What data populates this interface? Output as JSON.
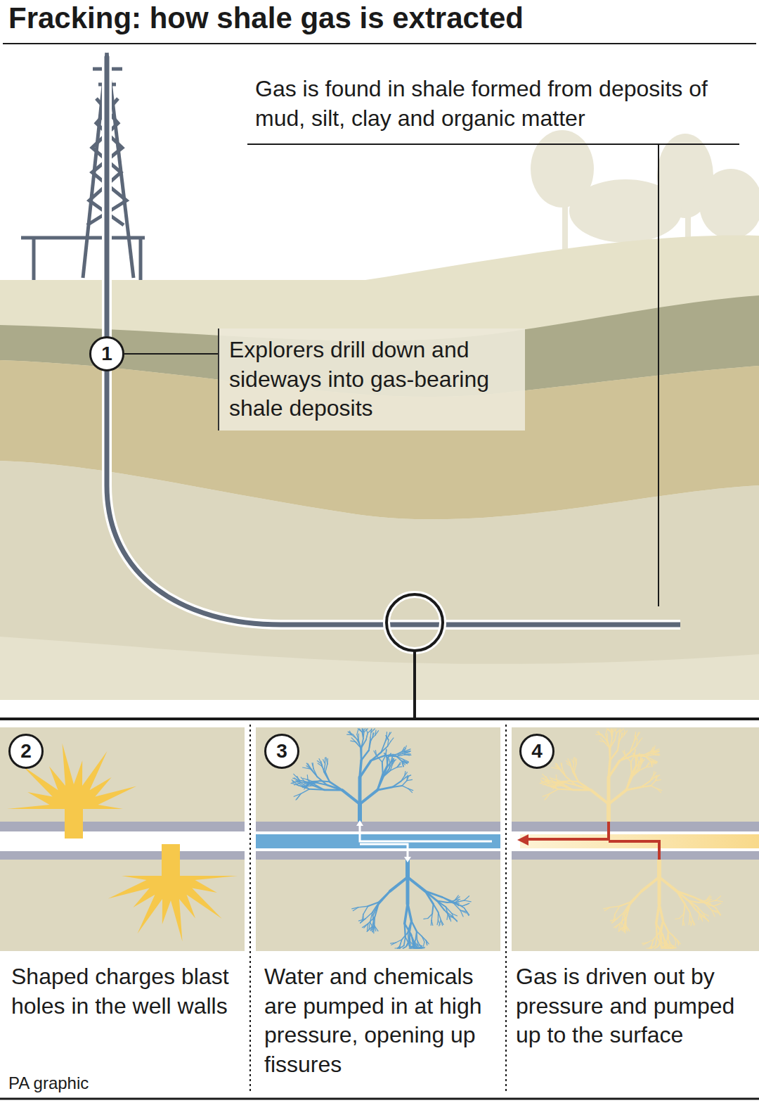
{
  "diagram": {
    "title": "Fracking: how shale gas is extracted",
    "nodes": [
      {
        "text": [
          "1"
        ]
      },
      {
        "text": [
          "Explorers drill down and sideways into gas-bearing shale deposits"
        ]
      },
      {
        "text": [
          "2"
        ]
      },
      {
        "text": [
          "3"
        ]
      },
      {
        "text": [
          "4"
        ]
      }
    ],
    "edges": [
      {
        "from": 0,
        "to": 1,
        "arrow": "none"
      }
    ],
    "labels": [
      "Gas is found in shale formed from deposits of mud, silt, clay and organic matter",
      "Shaped charges blast holes in the well walls",
      "Water and chemicals are pumped in at high pressure, opening up fissures",
      "Gas is driven out by pressure and pumped up to the surface",
      "PA graphic"
    ]
  }
}
